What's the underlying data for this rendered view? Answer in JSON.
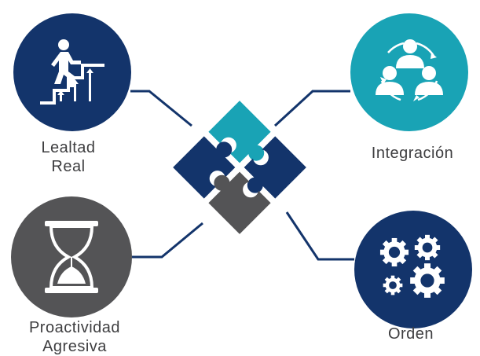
{
  "colors": {
    "navy": "#13346b",
    "teal": "#19a3b5",
    "gray": "#545456",
    "text": "#3e3e40"
  },
  "nodes": {
    "lealtad": {
      "label_line1": "Lealtad",
      "label_line2": "Real",
      "icon": "stairs-climber-icon"
    },
    "integracion": {
      "label": "Integración",
      "icon": "team-cycle-icon"
    },
    "proactividad": {
      "label_line1": "Proactividad",
      "label_line2": "Agresiva",
      "icon": "hourglass-icon"
    },
    "orden": {
      "label": "Orden",
      "icon": "gears-icon"
    }
  },
  "center": {
    "icon": "puzzle-icon"
  }
}
